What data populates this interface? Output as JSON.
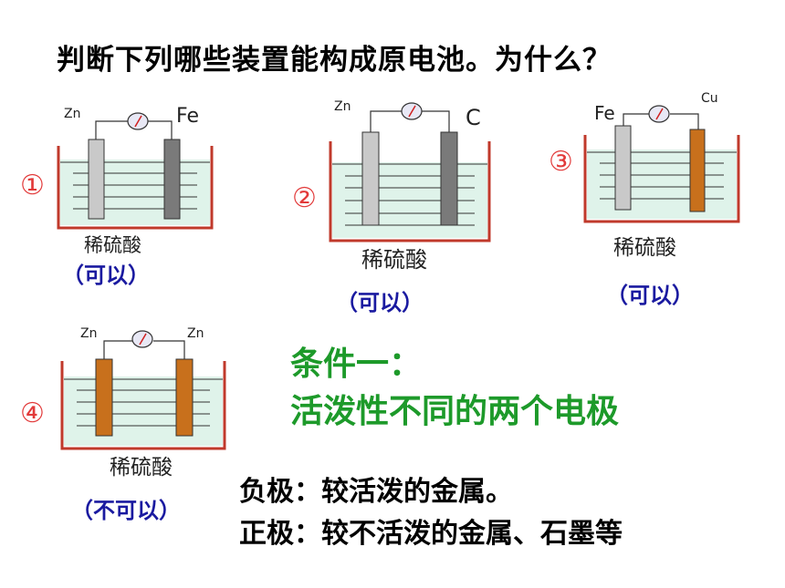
{
  "title": "判断下列哪些装置能构成原电池。为什么？",
  "setups": [
    {
      "number": "①",
      "left_electrode": "Zn",
      "right_electrode": "Fe",
      "electrolyte": "稀硫酸",
      "verdict": "（可以）"
    },
    {
      "number": "②",
      "left_electrode": "Zn",
      "right_electrode": "C",
      "electrolyte": "稀硫酸",
      "verdict": "（可以）"
    },
    {
      "number": "③",
      "left_electrode": "Fe",
      "right_electrode": "Cu",
      "electrolyte": "稀硫酸",
      "verdict": "（可以）"
    },
    {
      "number": "④",
      "left_electrode": "Zn",
      "right_electrode": "Zn",
      "electrolyte": "稀硫酸",
      "verdict": "（不可以）"
    }
  ],
  "condition": {
    "heading": "条件一：",
    "text": "活泼性不同的两个电极"
  },
  "negative_electrode": "负极：较活泼的金属。",
  "positive_electrode": "正极：较不活泼的金属、石墨等",
  "colors": {
    "title": "#000000",
    "number_circle": "#e23a3a",
    "verdict": "#1a1aa0",
    "condition": "#1d9a2a",
    "beaker_wall": "#c0392b",
    "solution": "#dff3ea",
    "electrode_gray": "#b8b8b8",
    "electrode_dark": "#6b6b6b",
    "electrode_copper": "#c8701c"
  }
}
